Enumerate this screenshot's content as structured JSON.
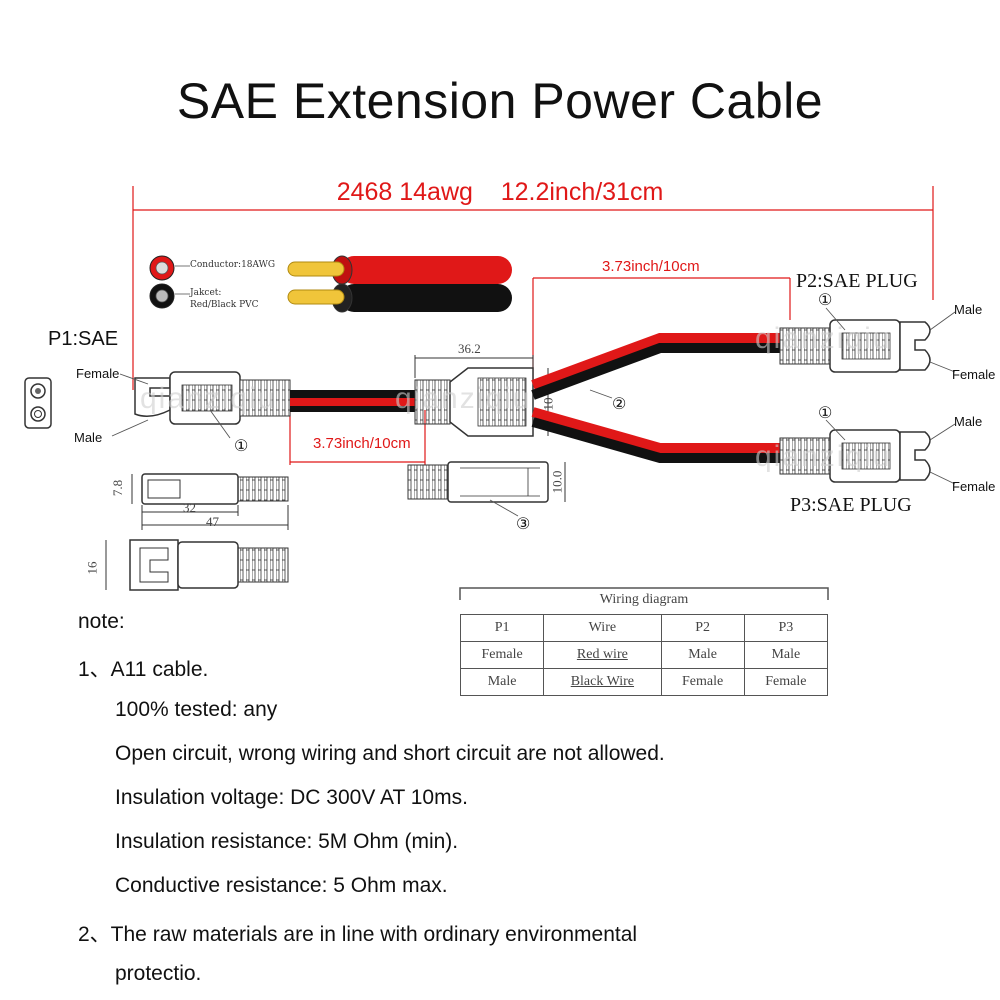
{
  "title": "SAE Extension Power Cable",
  "dimensions": {
    "overall": "2468 14awg    12.2inch/31cm",
    "branch": "3.73inch/10cm",
    "trunk": "3.73inch/10cm",
    "body_length": "36.2",
    "body_height": "10",
    "dc_height": "10.0",
    "plug_height": "7.8",
    "plug_inner": "32",
    "plug_total": "47",
    "plug_width": "16"
  },
  "cable_spec": {
    "conductor": "Conductor:18AWG",
    "jacket": "Jakcet:",
    "jacket_material": "Red/Black PVC"
  },
  "connectors": {
    "p1": "P1:SAE",
    "p2": "P2:SAE PLUG",
    "p3": "P3:SAE PLUG",
    "female": "Female",
    "male": "Male"
  },
  "callouts": [
    "①",
    "②",
    "③"
  ],
  "watermark": "qianziqiu",
  "wiring": {
    "title": "Wiring diagram",
    "headers": [
      "P1",
      "Wire",
      "P2",
      "P3"
    ],
    "rows": [
      [
        "Female",
        "Red wire",
        "Male",
        "Male"
      ],
      [
        "Male",
        "Black Wire",
        "Female",
        "Female"
      ]
    ]
  },
  "notes": {
    "heading": "note:",
    "item1": "1、A11 cable.",
    "item1_lines": [
      "100% tested: any",
      "Open circuit, wrong wiring and short circuit are not allowed.",
      "Insulation voltage: DC 300V AT 10ms.",
      "Insulation resistance: 5M Ohm (min).",
      "Conductive resistance: 5 Ohm max."
    ],
    "item2": "2、The raw materials are in line with ordinary environmental",
    "item2_cont": "protectio."
  },
  "colors": {
    "red_wire": "#e01818",
    "black_wire": "#111111",
    "dim_red": "#e01818"
  }
}
